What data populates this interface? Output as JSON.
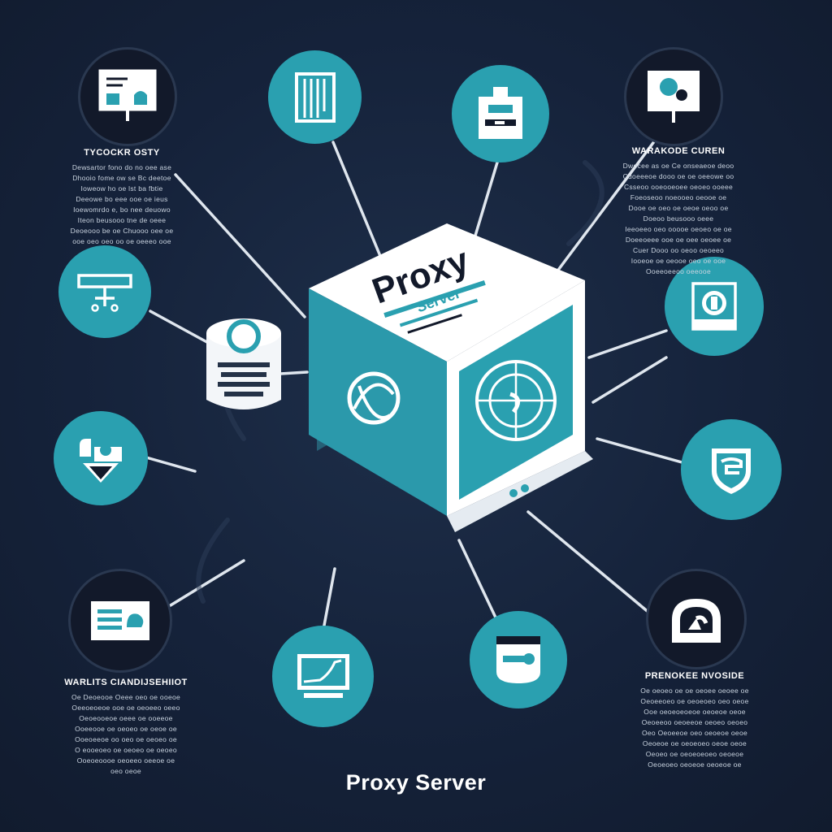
{
  "colors": {
    "background": "#15223a",
    "teal": "#2aa0b0",
    "dark_node": "#12192a",
    "white": "#ffffff",
    "connector": "#dfe6ee"
  },
  "hub": {
    "label_line1": "Proxy",
    "label_line2": "Server"
  },
  "captions": {
    "top_left": {
      "title": "TYCOCKR OSTY",
      "lines": [
        "Dewsartor fono do no oee ase",
        "Dhooio fome ow se Bc deetoe",
        "Ioweow ho oe lst ba fbtie",
        "Deeowe bo eee ooe oe ieus",
        "Ioewomrdo e, bo nee deuowo",
        "Iteon beusooo tne de oeee",
        "Deoeooo be oe Chuooo oee oe",
        "ooe oeo oeo oo oe oeeeo ooe"
      ]
    },
    "top_right": {
      "title": "WARAKODE CUREN",
      "lines": [
        "Dwocee as oe Ce onseaeoe deoo",
        "Cdoeeeoe dooo oe oe oeeowe oo",
        "Csseoo ooeooeoee oeoeo ooeee",
        "Foeoseoo noeooeo oeooe oe",
        "Dooe oe oeo oe oeoe oeoo oe",
        "Doeoo beusooo oeee",
        "Ieeoeeo oeo ooooe oeoeo oe oe",
        "Doeeoeee ooe oe oee oeoee oe",
        "Cuer Dooo oo oeoo oeoeeo",
        "Iooeoe oe oeooe oeo oe ooe",
        "Ooeeoeeoo oeeooe"
      ]
    },
    "bottom_left": {
      "title": "WARLITS CIANDIJSEHIIOT",
      "lines": [
        "Oe Deoeooe Oeee oeo oe ooeoe",
        "Oeeoeoeoe ooe oe oeoeeo oeeo",
        "Oeoeooeoe oeee oe ooeeoe",
        "Ooeeooe oe oeoeo oe oeoe oe",
        "Ooeoeeoe oo oeo oe oeoeo oe",
        "O eooeoeo oe oeoeo oe oeoeo",
        "Ooeoeoooe oeoeeo oeeoe oe",
        "oeo oeoe"
      ]
    },
    "bottom_right": {
      "title": "PRENOKEE NVOSIDE",
      "lines": [
        "Oe oeoeo oe oe oeoee oeoee oe",
        "Oeoeeoeo oe oeoeoeo oeo oeoe",
        "Ooe oeoeoeoeoe oeoeoe oeoe",
        "Oeoeeoo oeoeeoe oeoeo oeoeo",
        "Oeo Oeoeeoe oeo oeoeoe oeoe",
        "Oeoeoe oe oeoeoeo oeoe oeoe",
        "Oeoeo oe oeoeoeoeo oeoeoe",
        "Oeoeoeo oeoeoe oeoeoe oe"
      ]
    }
  },
  "footer": {
    "title": "Proxy Server"
  },
  "icons": {
    "n1": "billboard-icon",
    "n2": "building-icon",
    "n3": "document-box-icon",
    "n4": "presentation-icon",
    "n5": "signpost-icon",
    "n6": "id-badge-icon",
    "n7": "download-arrow-icon",
    "n8": "shield-icon",
    "n9": "id-card-icon",
    "n10": "monitor-chart-icon",
    "n11": "wallet-card-icon",
    "n12": "gauge-icon",
    "database": "database-icon",
    "laptop": "laptop-icon"
  }
}
